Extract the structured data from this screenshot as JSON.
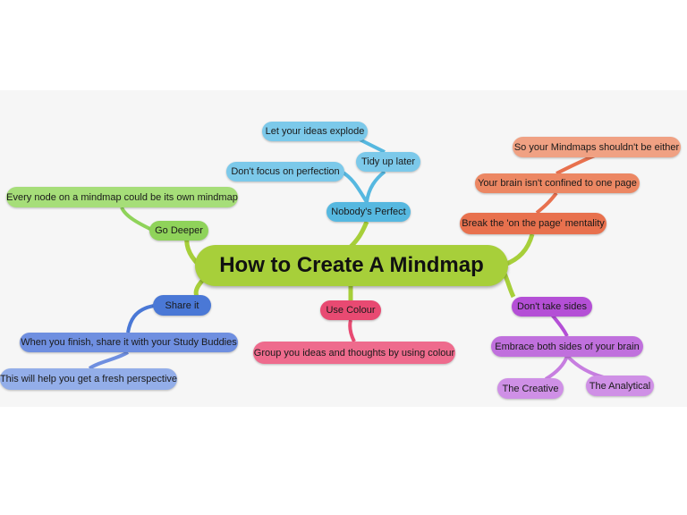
{
  "central": {
    "label": "How to Create A Mindmap"
  },
  "branches": {
    "nobodys_perfect": {
      "label": "Nobody's Perfect",
      "color": "#56b8e0",
      "children": {
        "tidy_up_later": "Tidy up later",
        "let_ideas_explode": "Let your ideas explode",
        "dont_focus": "Don't focus on perfection"
      }
    },
    "break_mentality": {
      "label": "Break the 'on the page' mentality",
      "color": "#e8714e",
      "children": {
        "brain_not_confined": "Your brain isn't confined to one page",
        "mindmaps_neither": "So your Mindmaps shouldn't be either"
      }
    },
    "go_deeper": {
      "label": "Go Deeper",
      "color": "#8fd35a",
      "children": {
        "every_node": "Every node on a mindmap could be its own mindmap"
      }
    },
    "share_it": {
      "label": "Share it",
      "color": "#4a78d6",
      "children": {
        "when_you_finish": "When you finish, share it with your Study Buddies",
        "fresh_perspective": "This will help you get a fresh perspective"
      }
    },
    "use_colour": {
      "label": "Use Colour",
      "color": "#e84a72",
      "children": {
        "group_ideas": "Group you ideas and thoughts by using colour"
      }
    },
    "dont_take_sides": {
      "label": "Don't take sides",
      "color": "#b44fd6",
      "children": {
        "embrace_both": "Embrace both sides of your brain",
        "the_creative": "The Creative",
        "the_analytical": "The Analytical"
      }
    }
  }
}
